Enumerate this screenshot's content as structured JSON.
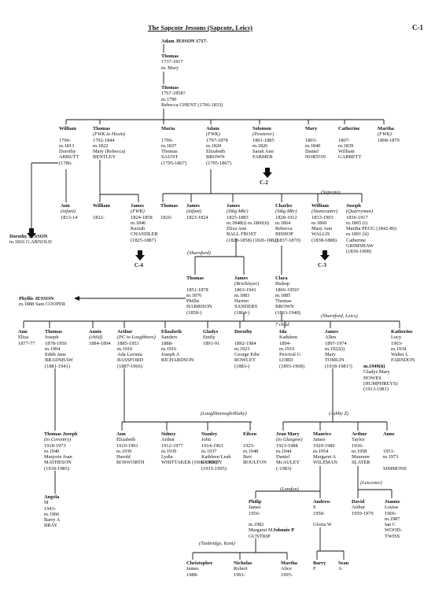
{
  "title": "The Sapcote Jessons (Sapcote, Leics)",
  "page_code": "C-1",
  "nodes": [
    {
      "id": "adam1717",
      "lines": [
        "Adam JESSON 1717-"
      ]
    },
    {
      "id": "thomas1737",
      "lines": [
        "Thomas",
        "1737-1817",
        "m. Mary"
      ]
    },
    {
      "id": "thomas1767",
      "lines": [
        "Thomas",
        "1767-1858?",
        "m.1790",
        "Rebecca GHENT (1766-1833)"
      ]
    },
    {
      "id": "william1790",
      "lines": [
        "William",
        "",
        "1790-",
        "m.1813",
        "Dorothy",
        "ABBUTT",
        "(1786-"
      ]
    },
    {
      "id": "thomas1792",
      "lines": [
        "Thomas",
        "(FWK to Hosin)",
        "1792-1844",
        "m.1822",
        "Mary (Rebecca)",
        "BENTLEY"
      ]
    },
    {
      "id": "maria1796",
      "lines": [
        "Maria",
        "",
        "1796-",
        "m.1837",
        "Thomas",
        "SAUNT",
        "(1795-1867)"
      ]
    },
    {
      "id": "adam1797",
      "lines": [
        "Adam",
        "(FWK)",
        "1797-1878",
        "m.1820",
        "Elizabeth",
        "BROWN",
        "(1795-1867)"
      ]
    },
    {
      "id": "solomon1801",
      "lines": [
        "Solomon",
        "(Pewterer)",
        "1801-1885",
        "m.1826",
        "Sarah Ann",
        "FARMER"
      ]
    },
    {
      "id": "mary1803",
      "lines": [
        "Mary",
        "",
        "1803-",
        "m.1840",
        "Daniel",
        "NORTON"
      ]
    },
    {
      "id": "catherine1807",
      "lines": [
        "Catherine",
        "",
        "1807-",
        "m.1839",
        "William",
        "GARRETT"
      ]
    },
    {
      "id": "martha1808",
      "lines": [
        "Martha",
        "(FWK)",
        "1808-1879"
      ]
    },
    {
      "id": "ann1813",
      "lines": [
        "Ann",
        "(infant)",
        "1813-14"
      ]
    },
    {
      "id": "william1822",
      "lines": [
        "William",
        "",
        "1822-"
      ]
    },
    {
      "id": "james1824",
      "lines": [
        "James",
        "(FWK)",
        "1824-1858",
        "m.1846",
        "Keziah",
        "CHANDLER",
        "(1825-1887)"
      ]
    },
    {
      "id": "dorothy",
      "lines": [
        "Dorothy  JESSON",
        "m.1816 G.ARNOLD"
      ]
    },
    {
      "id": "thomas1820",
      "lines": [
        "Thomas",
        "",
        "1820-"
      ]
    },
    {
      "id": "james1823",
      "lines": [
        "James",
        "(infant)",
        "1823-1824"
      ]
    },
    {
      "id": "james1825",
      "lines": [
        "James",
        "(Stkg Mkr)",
        "1825-1883",
        "m.1848(i)     m.1860(ii)",
        "Eliza          Ann",
        "BALL          FROST",
        "(1828-1858)  (1826-1882)"
      ]
    },
    {
      "id": "charles1828",
      "lines": [
        "Charles",
        "(Stkg Mkr)",
        "1828-1912",
        "m.1864",
        "Rebecca",
        "BISHOP",
        "(1837-1870)"
      ]
    },
    {
      "id": "william1833",
      "lines": [
        "William",
        "(Stonecutter)",
        "1833-1903",
        "m.1860",
        "Mary Ann",
        "WALLIS",
        "(1838-1888)"
      ]
    },
    {
      "id": "joseph1836",
      "lines": [
        "Joseph",
        "(Quarryman)",
        "1836-1917",
        "m.1865 (i)",
        "Martha PEGG  (1842-86)",
        "m.1891 (ii)",
        "Catherine",
        "GRIMSHAW",
        "(1830-1908)"
      ]
    },
    {
      "id": "thomas1851",
      "lines": [
        "Thomas",
        "",
        "1851-1878",
        "m.1876",
        "Phillis",
        "HARRISON",
        "(1858-)"
      ]
    },
    {
      "id": "james1863",
      "lines": [
        "James",
        "(Bricklayer)",
        "1863-1941",
        "m.1883",
        "Harriet",
        "SANDERS",
        "(1864-)"
      ]
    },
    {
      "id": "clara1866",
      "lines": [
        "Clara",
        "Bishop",
        "1866-1950?",
        "m.1885",
        "Thomas",
        "BROWN",
        "(1863-1948)"
      ]
    },
    {
      "id": "phyllis",
      "lines": [
        "Phyllis JESSON",
        "m.1888 Sam COOPER"
      ]
    },
    {
      "id": "ann1877",
      "lines": [
        "Ann",
        "Eliza",
        "1877-77"
      ]
    },
    {
      "id": "thomas1878",
      "lines": [
        "Thomas",
        "Joseph",
        "1878-1950",
        "m.1904",
        "Edith Jane",
        "BRADSHAW",
        "(1881-1941)"
      ]
    },
    {
      "id": "annie1884",
      "lines": [
        "Annie",
        "(child)",
        "1884-1894"
      ]
    },
    {
      "id": "arthur1885",
      "lines": [
        "Arthur",
        "(PC to Loughboro)",
        "1885-1953",
        "m.1910",
        "Ada Lavinia",
        "BASSFORD",
        "(1887-1966)"
      ]
    },
    {
      "id": "elizabeth1888",
      "lines": [
        "Elizabeth",
        "Sanders",
        "1888-",
        "m.1916",
        "Joseph A",
        "RICHARDSON"
      ]
    },
    {
      "id": "gladys1891",
      "lines": [
        "Gladys",
        "Emily",
        "1891-91"
      ]
    },
    {
      "id": "dorothy1892",
      "lines": [
        "Dorothy",
        "",
        "1892-1984",
        "m.1923",
        "George Edw",
        "ROWLEY",
        "(1883-)"
      ]
    },
    {
      "id": "ida1894",
      "lines": [
        "Ida",
        "Kathleen",
        "1894-",
        "m.1919",
        "Percival G",
        "LORD",
        "(1893-1968)"
      ]
    },
    {
      "id": "james1897",
      "lines": [
        "James",
        "Allen",
        "1897-1974",
        "m.1922(i)",
        "Mary",
        "TOMLIN",
        "(1918-1981?)"
      ]
    },
    {
      "id": "gladys1949",
      "lines": [
        "m.1949(ii)",
        "Gladys Mary",
        "HOWES",
        "(HUMPHREYS)",
        "(1913-1981)"
      ]
    },
    {
      "id": "katherine1903",
      "lines": [
        "Katherine",
        "Lucy",
        "1903-",
        "m.1934",
        "Walter L",
        "FARNDON"
      ]
    },
    {
      "id": "thomasjoseph1918",
      "lines": [
        "Thomas Joseph",
        "(to Coventry)",
        "1918-1973",
        "m.1940",
        "Marjorie Joan",
        "MATHESON",
        "(1918-1985)"
      ]
    },
    {
      "id": "ann1910",
      "lines": [
        "Ann",
        "Elizabeth",
        "1910-1991",
        "m.1939",
        "Harold",
        "BOSWORTH"
      ]
    },
    {
      "id": "sidney1912",
      "lines": [
        "Sidney",
        "Arthur",
        "1912-1977",
        "m.1939",
        "Lydia",
        "WHITTAKER (1908-1998)?"
      ]
    },
    {
      "id": "stanley1914",
      "lines": [
        "Stanley",
        "John",
        "1914-1963",
        "m.1937",
        "Kathleen Leah",
        "GURNEY",
        "(1915-1995)"
      ]
    },
    {
      "id": "eileen1925",
      "lines": [
        "Eileen",
        "",
        "1925-",
        "m.1948",
        "Bert",
        "BOULTON"
      ]
    },
    {
      "id": "jeanmary1923",
      "lines": [
        "Jean Mary",
        "(to Glasgow)",
        "1923-1988",
        "m.1944",
        "Daniel",
        "McAULEY",
        "(-1983)"
      ]
    },
    {
      "id": "maurice1929",
      "lines": [
        "Maurice",
        "James",
        "1929-1980",
        "m.1954",
        "Margaret A",
        "WILEMAN"
      ]
    },
    {
      "id": "arthur1936",
      "lines": [
        "Arthur",
        "Taylor",
        "1936-",
        "m.1958",
        "Maureen",
        "SLATER"
      ]
    },
    {
      "id": "anne1951",
      "lines": [
        "Anne",
        "",
        "",
        "1951-",
        "m.1973",
        "",
        "SIMMONS"
      ]
    },
    {
      "id": "angela1943",
      "lines": [
        "Angela",
        "M",
        "1943-",
        "m.1966",
        "Barry A",
        "BRAY"
      ]
    },
    {
      "id": "philip1956",
      "lines": [
        "Philip",
        "James",
        "1956-",
        "",
        "m.1982",
        "Margaret M",
        "GUNTRIP"
      ]
    },
    {
      "id": "johnnap",
      "lines": [
        "Johnnie P"
      ]
    },
    {
      "id": "andrew1958",
      "lines": [
        "Andrew",
        "S",
        "1958-",
        "",
        "Gloria W"
      ]
    },
    {
      "id": "david1959",
      "lines": [
        "David",
        "Arthur",
        "1959-1979"
      ]
    },
    {
      "id": "joanne1966",
      "lines": [
        "Joanne",
        "Louise",
        "1966-",
        "m.1987",
        "Ian C",
        "WOOD-",
        "TWISS"
      ]
    },
    {
      "id": "christopher1988",
      "lines": [
        "Christopher",
        "James",
        "1988-"
      ]
    },
    {
      "id": "nicholas1991",
      "lines": [
        "Nicholas",
        "Robert",
        "1991-"
      ]
    },
    {
      "id": "martha1995",
      "lines": [
        "Martha",
        "Alice",
        "1995-"
      ]
    },
    {
      "id": "barry",
      "lines": [
        "Barry",
        "F"
      ]
    },
    {
      "id": "sean",
      "lines": [
        "Sean",
        "A"
      ]
    }
  ],
  "labels": [
    {
      "id": "sapcote",
      "text": "(Sapcote)"
    },
    {
      "id": "sharnford1",
      "text": "(Sharnford)"
    },
    {
      "id": "sharnford2",
      "text": "(Sharnford, Leics)"
    },
    {
      "id": "loughborough",
      "text": "(Loughborough/Rlaby)"
    },
    {
      "id": "ashby",
      "text": "(Ashby Z)"
    },
    {
      "id": "leicester",
      "text": "(Leicester)"
    },
    {
      "id": "london",
      "text": "(London)"
    },
    {
      "id": "tunbridge",
      "text": "(Tunbridge, Kent)"
    },
    {
      "id": "sevenchild",
      "text": "7 child"
    }
  ],
  "refs": [
    {
      "id": "c2",
      "text": "C-2"
    },
    {
      "id": "c4",
      "text": "C-4"
    },
    {
      "id": "c3",
      "text": "C-3"
    }
  ]
}
